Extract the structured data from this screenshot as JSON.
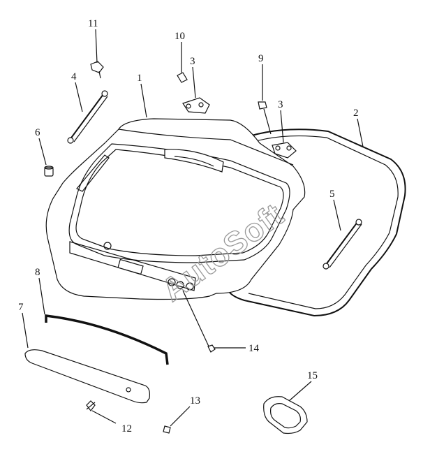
{
  "watermark": "AutoSoft",
  "callouts": [
    {
      "id": "p1",
      "text": "1"
    },
    {
      "id": "p2",
      "text": "2"
    },
    {
      "id": "p3a",
      "text": "3"
    },
    {
      "id": "p3b",
      "text": "3"
    },
    {
      "id": "p4",
      "text": "4"
    },
    {
      "id": "p5",
      "text": "5"
    },
    {
      "id": "p6",
      "text": "6"
    },
    {
      "id": "p7",
      "text": "7"
    },
    {
      "id": "p8",
      "text": "8"
    },
    {
      "id": "p9",
      "text": "9"
    },
    {
      "id": "p10",
      "text": "10"
    },
    {
      "id": "p11",
      "text": "11"
    },
    {
      "id": "p12",
      "text": "12"
    },
    {
      "id": "p13",
      "text": "13"
    },
    {
      "id": "p14",
      "text": "14"
    },
    {
      "id": "p15",
      "text": "15"
    }
  ]
}
